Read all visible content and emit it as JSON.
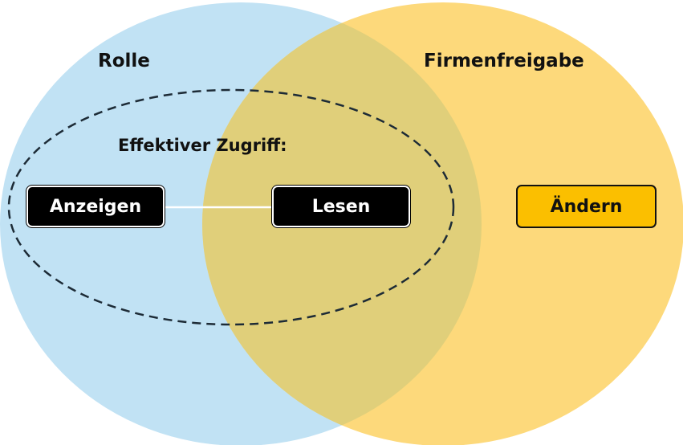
{
  "sets": {
    "role": {
      "label": "Rolle",
      "color": "#c1e2f4"
    },
    "company_share": {
      "label": "Firmenfreigabe",
      "color": "#fdd97b"
    },
    "overlap_color": "#e0cf7a"
  },
  "effective_access": {
    "label": "Effektiver Zugriff:"
  },
  "permissions": {
    "view": "Anzeigen",
    "read": "Lesen",
    "edit": "Ändern"
  },
  "colors": {
    "chip_dark": "#000000",
    "chip_accent": "#fbbf00",
    "dashed_outline": "#1d2b36"
  }
}
